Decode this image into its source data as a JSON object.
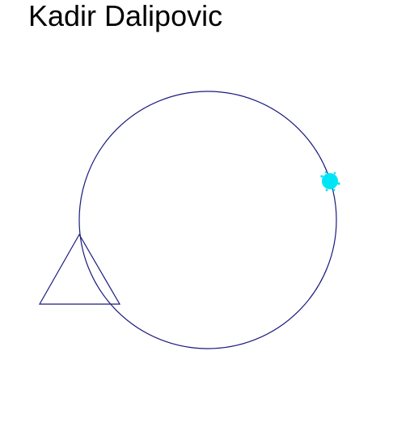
{
  "title": "Kadir Dalipovic",
  "colors": {
    "stroke": "#1a1a80",
    "marker": "#00e5f5",
    "background": "#ffffff",
    "text": "#000000"
  },
  "shapes": {
    "circle": "circle",
    "triangle": "triangle",
    "marker": "circle-marker"
  }
}
